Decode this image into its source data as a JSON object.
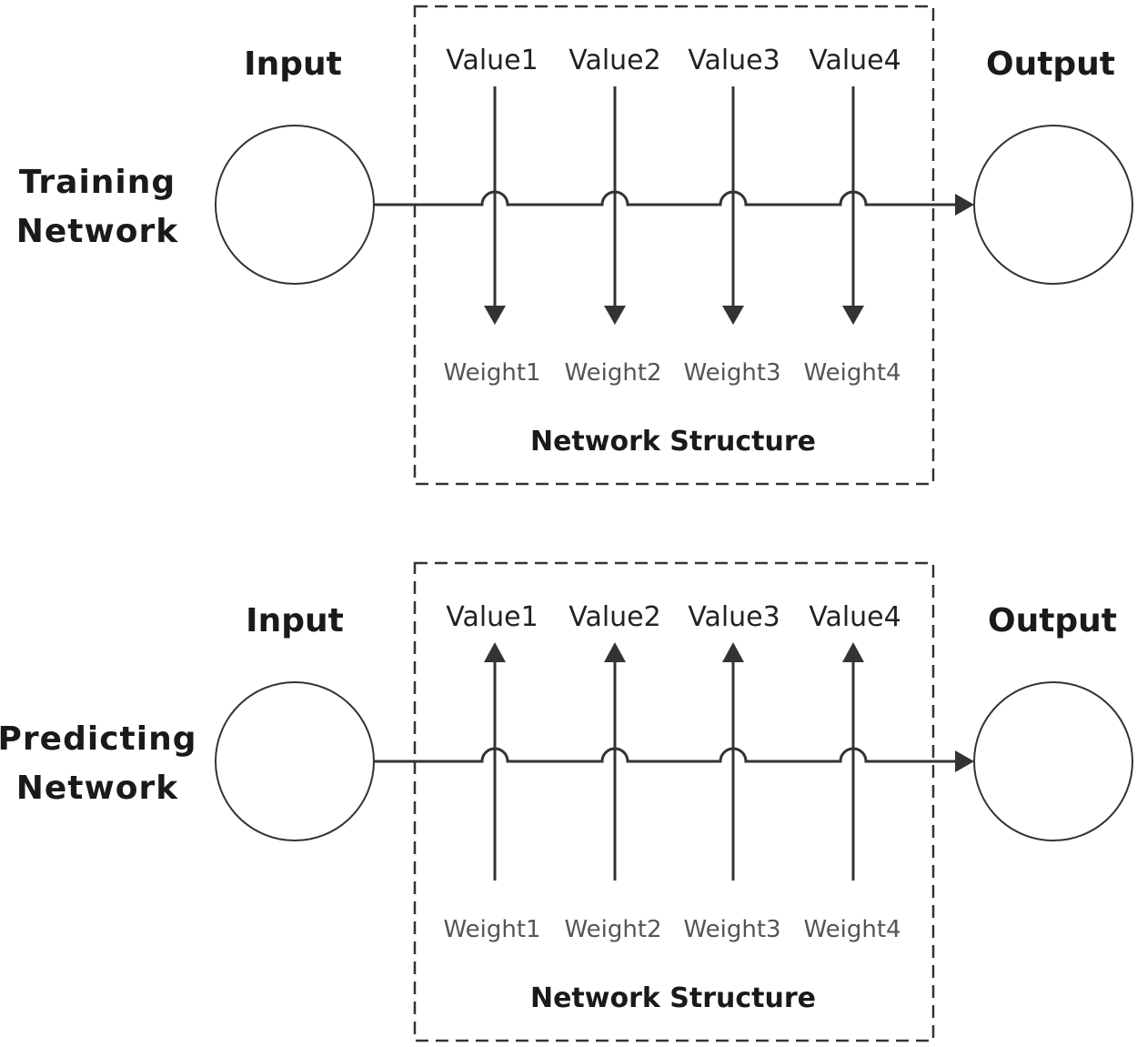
{
  "panels": [
    {
      "side_label": [
        "Training",
        "Network"
      ],
      "input_label": "Input",
      "output_label": "Output",
      "structure_label": "Network Structure",
      "values": [
        "Value1",
        "Value2",
        "Value3",
        "Value4"
      ],
      "weights": [
        "Weight1",
        "Weight2",
        "Weight3",
        "Weight4"
      ],
      "arrow_direction": "down"
    },
    {
      "side_label": [
        "Predicting",
        "Network"
      ],
      "input_label": "Input",
      "output_label": "Output",
      "structure_label": "Network Structure",
      "values": [
        "Value1",
        "Value2",
        "Value3",
        "Value4"
      ],
      "weights": [
        "Weight1",
        "Weight2",
        "Weight3",
        "Weight4"
      ],
      "arrow_direction": "up"
    }
  ]
}
